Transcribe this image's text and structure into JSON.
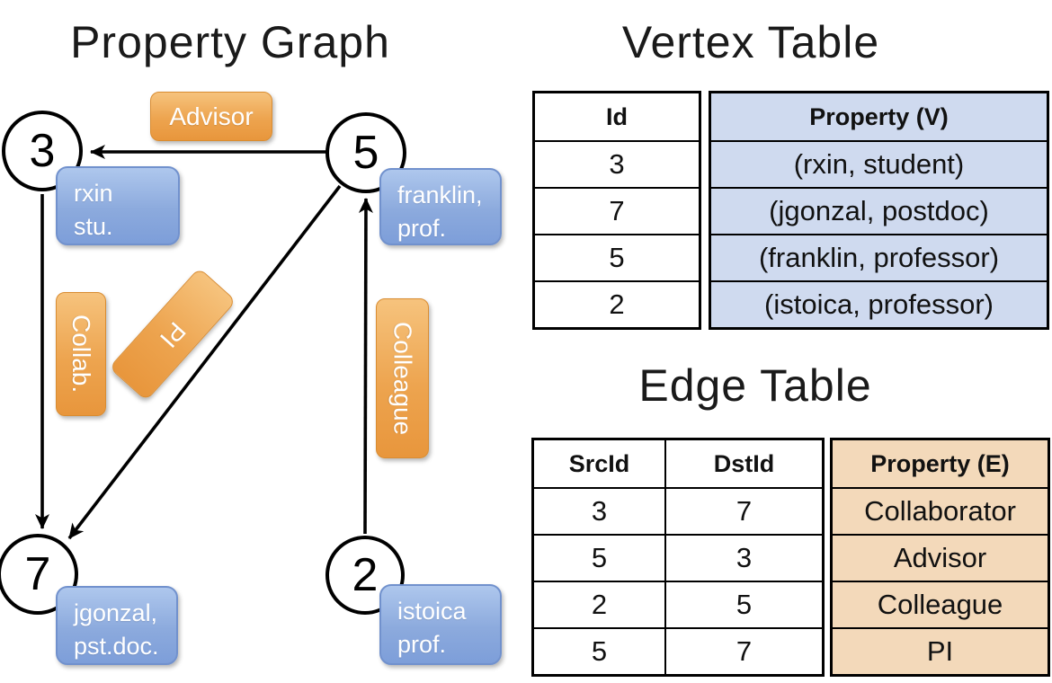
{
  "graph": {
    "title": "Property Graph",
    "nodes": [
      {
        "id": "3",
        "prop_line1": "rxin",
        "prop_line2": "stu."
      },
      {
        "id": "5",
        "prop_line1": "franklin,",
        "prop_line2": "prof."
      },
      {
        "id": "7",
        "prop_line1": "jgonzal,",
        "prop_line2": "pst.doc."
      },
      {
        "id": "2",
        "prop_line1": "istoica",
        "prop_line2": "prof."
      }
    ],
    "edge_labels": {
      "advisor": "Advisor",
      "collab": "Collab.",
      "pi": "PI",
      "colleague": "Colleague"
    }
  },
  "vertex_table": {
    "title": "Vertex Table",
    "headers": {
      "id": "Id",
      "property": "Property (V)"
    },
    "rows": [
      {
        "id": "3",
        "property": "(rxin, student)"
      },
      {
        "id": "7",
        "property": "(jgonzal, postdoc)"
      },
      {
        "id": "5",
        "property": "(franklin, professor)"
      },
      {
        "id": "2",
        "property": "(istoica, professor)"
      }
    ]
  },
  "edge_table": {
    "title": "Edge Table",
    "headers": {
      "src": "SrcId",
      "dst": "DstId",
      "property": "Property (E)"
    },
    "rows": [
      {
        "src": "3",
        "dst": "7",
        "property": "Collaborator"
      },
      {
        "src": "5",
        "dst": "3",
        "property": "Advisor"
      },
      {
        "src": "2",
        "dst": "5",
        "property": "Colleague"
      },
      {
        "src": "5",
        "dst": "7",
        "property": "PI"
      }
    ]
  },
  "colors": {
    "vertex_property_bg": "#cfdaef",
    "edge_property_bg": "#f3d9ba",
    "edge_label_orange": "#eda44f",
    "vertex_label_blue": "#8caadd"
  }
}
